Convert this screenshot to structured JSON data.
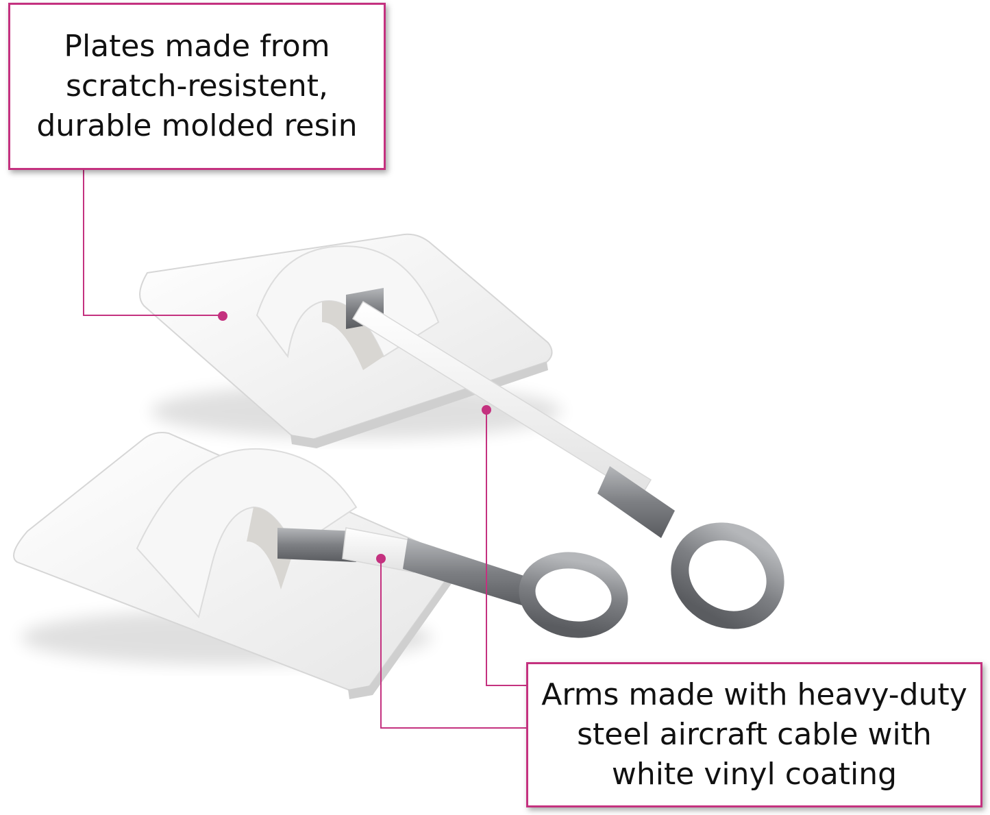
{
  "callouts": {
    "plates": {
      "lines": [
        "Plates made from",
        "scratch-resistent,",
        "durable molded resin"
      ]
    },
    "arms": {
      "lines": [
        "Arms made with heavy-duty",
        "steel aircraft cable with",
        "white vinyl coating"
      ]
    }
  },
  "colors": {
    "accent": "#c4317f",
    "plate": "#f4f4f4",
    "metal": "#8a8c8f",
    "vinyl": "#ffffff"
  }
}
